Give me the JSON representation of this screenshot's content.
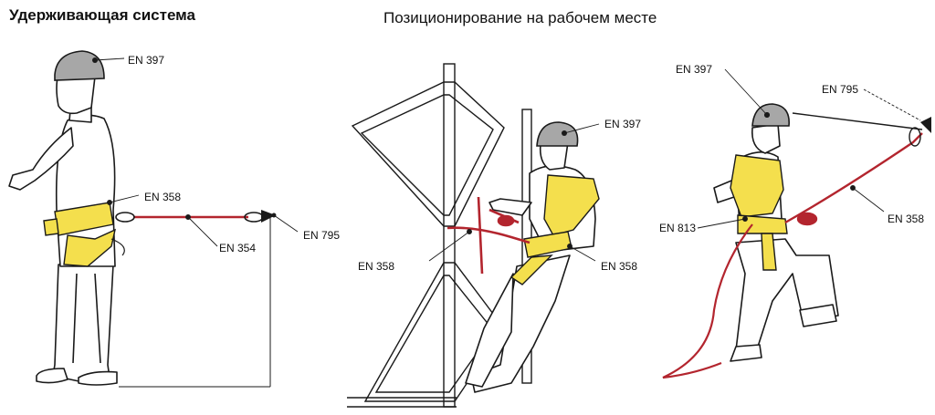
{
  "headings": {
    "left": "Удерживающая система",
    "center": "Позиционирование на рабочем месте"
  },
  "labels": {
    "restraint_helmet": "EN 397",
    "restraint_harness": "EN 358",
    "restraint_lanyard": "EN 354",
    "restraint_anchor": "EN 795",
    "position_helmet": "EN 397",
    "position_lanyard_left": "EN 358",
    "position_belt_right": "EN 358",
    "rope_helmet": "EN 397",
    "rope_anchor": "EN 795",
    "rope_lanyard": "EN 358",
    "rope_harness": "EN 813"
  },
  "colors": {
    "outline": "#1a1a1a",
    "harness": "#f4df4d",
    "helmet": "#a7a7a7",
    "lanyard": "#b3252e",
    "rope": "#b3252e"
  }
}
